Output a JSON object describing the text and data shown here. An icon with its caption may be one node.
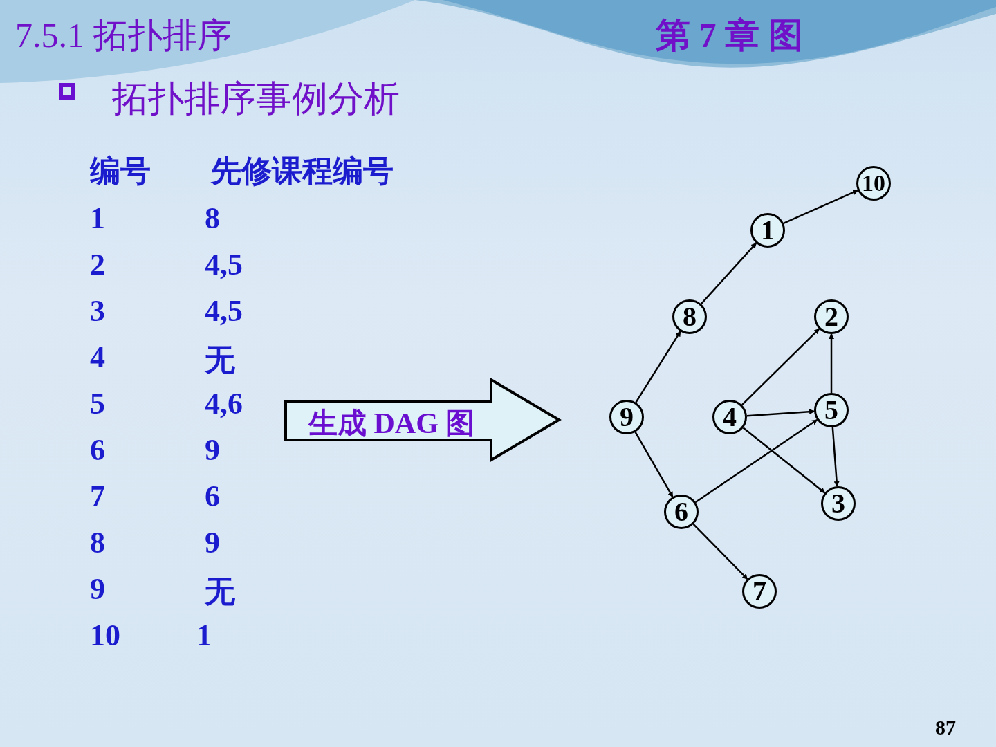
{
  "diagram": {
    "title": "7.5.1  拓扑排序",
    "nodes": [
      {
        "text": [
          "10"
        ]
      },
      {
        "text": [
          "1"
        ]
      },
      {
        "text": [
          "8"
        ]
      },
      {
        "text": [
          "2"
        ]
      },
      {
        "text": [
          "生成 DAG 图"
        ]
      },
      {
        "text": [
          "9"
        ]
      },
      {
        "text": [
          "4"
        ]
      },
      {
        "text": [
          "5"
        ]
      },
      {
        "text": [
          "6"
        ]
      },
      {
        "text": [
          "3"
        ]
      },
      {
        "text": [
          "7"
        ]
      }
    ],
    "edges": [
      {
        "from": 1,
        "to": 0,
        "arrow": "to"
      },
      {
        "from": 2,
        "to": 1,
        "arrow": "to"
      },
      {
        "from": 5,
        "to": 2,
        "arrow": "to"
      },
      {
        "from": 5,
        "to": 8,
        "arrow": "to"
      },
      {
        "from": 8,
        "to": 7,
        "arrow": "to"
      },
      {
        "from": 8,
        "to": 10,
        "arrow": "to"
      },
      {
        "from": 6,
        "to": 3,
        "arrow": "to"
      },
      {
        "from": 6,
        "to": 7,
        "arrow": "to"
      },
      {
        "from": 6,
        "to": 9,
        "arrow": "to"
      },
      {
        "from": 7,
        "to": 3,
        "arrow": "to"
      },
      {
        "from": 7,
        "to": 9,
        "arrow": "to"
      }
    ],
    "labels": [
      "第 7 章 图",
      "拓扑排序事例分析",
      "编号",
      "先修课程编号",
      "1",
      "8",
      "2",
      "4,5",
      "3",
      "4,5",
      "4",
      "无",
      "5",
      "4,6",
      "6",
      "9",
      "7",
      "6",
      "8",
      "9",
      "9",
      "无",
      "10",
      "1",
      "87"
    ]
  }
}
